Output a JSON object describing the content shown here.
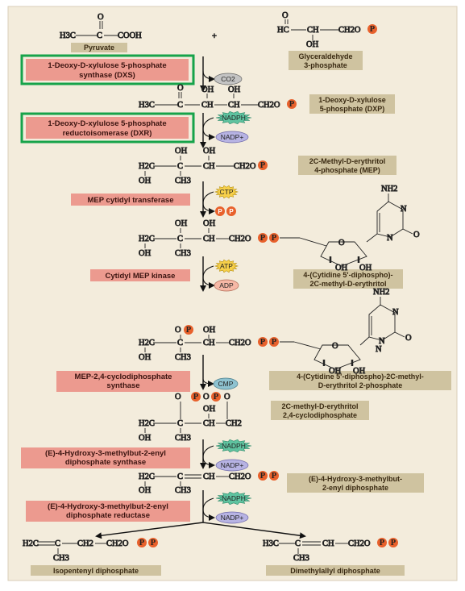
{
  "colors": {
    "background": "#f3ecdc",
    "name_box": "#cfc3a0",
    "enzyme_box": "#ec9a8f",
    "highlight": "#16a34a",
    "phosphate": "#e8612c",
    "nadph": "#5fc3a0",
    "nadp": "#b7b3e3",
    "ctp_atp": "#f7d04a",
    "adp": "#f6b8a6",
    "cmp": "#8ec2d0",
    "co2": "#c4c4c4"
  },
  "compounds": {
    "pyruvate": "Pyruvate",
    "glyceraldehyde_1": "Glyceraldehyde",
    "glyceraldehyde_2": "3-phosphate",
    "dxp_1": "1-Deoxy-D-xylulose",
    "dxp_2": "5-phosphate (DXP)",
    "mep_1": "2C-Methyl-D-erythritol",
    "mep_2": "4-phosphate (MEP)",
    "cdp_me_1": "4-(Cytidine 5'-diphospho)-",
    "cdp_me_2": "2C-methyl-D-erythritol",
    "cdp_mep_1": "4-(Cytidine 5'-diphospho)-2C-methyl-",
    "cdp_mep_2": "D-erythritol 2-phosphate",
    "mecpp_1": "2C-methyl-D-erythritol",
    "mecpp_2": "2,4-cyclodiphosphate",
    "hmbpp_1": "(E)-4-Hydroxy-3-methylbut-",
    "hmbpp_2": "2-enyl diphosphate",
    "ipp": "Isopentenyl diphosphate",
    "dmapp": "Dimethylallyl diphosphate"
  },
  "enzymes": {
    "dxs_1": "1-Deoxy-D-xylulose 5-phosphate",
    "dxs_2": "synthase (DXS)",
    "dxr_1": "1-Deoxy-D-xylulose 5-phosphate",
    "dxr_2": "reductoisomerase (DXR)",
    "mct": "MEP cytidyl transferase",
    "cmk": "Cytidyl MEP kinase",
    "mds_1": "MEP-2,4-cyclodiphosphate",
    "mds_2": "synthase",
    "hds_1": "(E)-4-Hydroxy-3-methylbut-2-enyl",
    "hds_2": "diphosphate synthase",
    "hdr_1": "(E)-4-Hydroxy-3-methylbut-2-enyl",
    "hdr_2": "diphosphate reductase"
  },
  "cofactors": {
    "co2": "CO2",
    "nadph": "NADPH",
    "nadp": "NADP+",
    "ctp": "CTP",
    "atp": "ATP",
    "adp": "ADP",
    "cmp": "CMP",
    "p": "P"
  },
  "chem": {
    "plus": "+",
    "o": "O",
    "oh": "OH",
    "h": "H",
    "n": "N",
    "nh2": "NH2",
    "h3c": "H3C",
    "h2c": "H2C",
    "ch2": "CH2",
    "ch3": "CH3",
    "ch2o": "CH2O",
    "c": "C",
    "ch": "CH",
    "cooh": "COOH",
    "hc": "HC"
  }
}
